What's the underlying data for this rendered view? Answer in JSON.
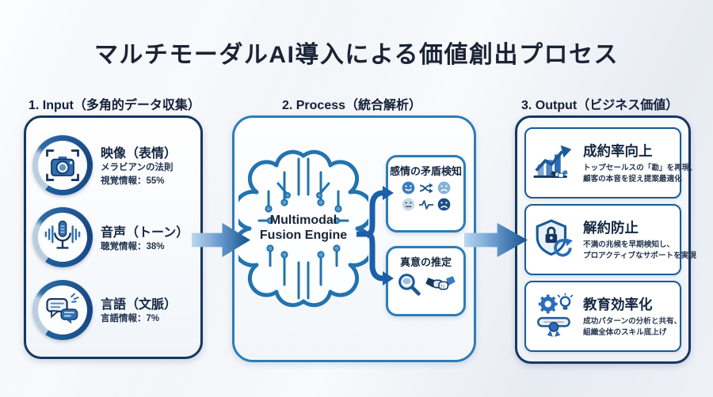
{
  "title": "マルチモーダルAI導入による価値創出プロセス",
  "input": {
    "header": "1. Input（多角的データ収集）",
    "items": [
      {
        "icon": "camera-icon",
        "title": "映像（表情）",
        "subtitle": "メラビアンの法則",
        "stat": "視覚情報：55%"
      },
      {
        "icon": "microphone-icon",
        "title": "音声（トーン）",
        "stat": "聴覚情報：38%"
      },
      {
        "icon": "speech-bubbles-icon",
        "title": "言語（文脈）",
        "stat": "言語情報：7%"
      }
    ]
  },
  "process": {
    "header": "2. Process（統合解析）",
    "engine": {
      "line1": "Multimodal",
      "line2": "Fusion Engine",
      "icon": "circuit-brain-icon"
    },
    "detections": [
      {
        "title": "感情の矛盾検知",
        "icons": [
          "smile-face-icon",
          "shuffle-arrows-icon",
          "frown-face-icon",
          "neutral-face-icon",
          "pulse-wave-icon",
          "sad-face-icon"
        ]
      },
      {
        "title": "真意の推定",
        "icons": [
          "magnifier-speech-icon",
          "handshake-icon"
        ]
      }
    ]
  },
  "output": {
    "header": "3. Output（ビジネス価値）",
    "items": [
      {
        "icon": "growth-chart-handshake-icon",
        "title": "成約率向上",
        "desc1": "トップセールスの「勘」を再現、",
        "desc2": "顧客の本音を捉え提案最適化"
      },
      {
        "icon": "shield-lock-refresh-icon",
        "title": "解約防止",
        "desc1": "不満の兆候を早期検知し、",
        "desc2": "プロアクティブなサポートを実現"
      },
      {
        "icon": "gear-bulb-certificate-icon",
        "title": "教育効率化",
        "desc1": "成功パターンの分析と共有、",
        "desc2": "組織全体のスキル底上げ"
      }
    ]
  },
  "colors": {
    "dark_navy": "#17375e",
    "process_blue": "#2d7cb8",
    "accent_blue": "#1e5f9e",
    "arrow_gradient_end": "#15508f",
    "ring_light": "#bccddf",
    "background": "#eef1f7"
  }
}
